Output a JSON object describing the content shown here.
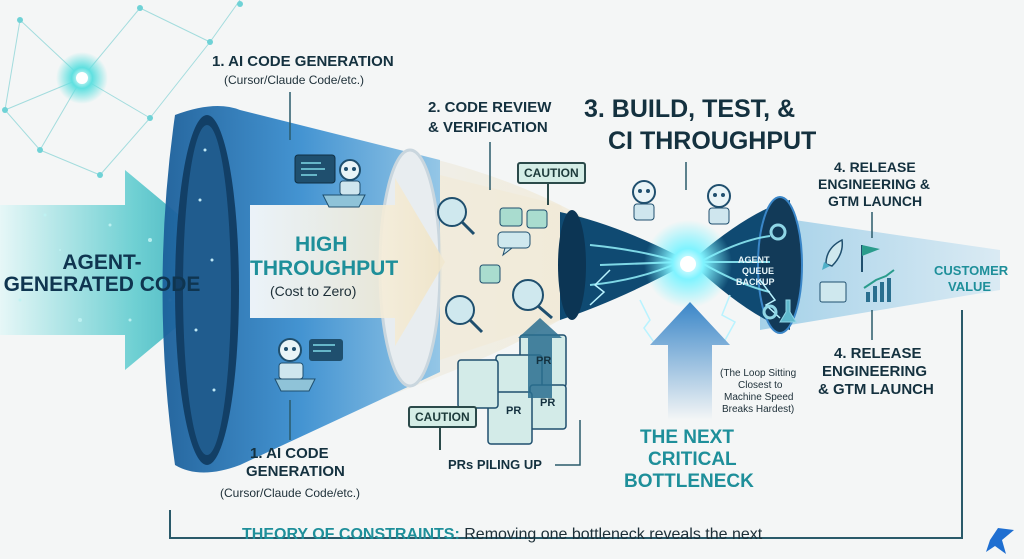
{
  "labels": {
    "agent_generated": "AGENT-GENERATED CODE",
    "step1_top_title": "1. AI CODE GENERATION",
    "step1_top_sub": "(Cursor/Claude Code/etc.)",
    "step1_bottom_title_line1": "1. AI CODE",
    "step1_bottom_title_line2": "GENERATION",
    "step1_bottom_sub": "(Cursor/Claude Code/etc.)",
    "high_throughput_line1": "HIGH",
    "high_throughput_line2": "THROUGHPUT",
    "high_throughput_sub": "(Cost to Zero)",
    "step2_line1": "2. CODE REVIEW",
    "step2_line2": "& VERIFICATION",
    "step3_line1": "3. BUILD, TEST, &",
    "step3_line2": "CI THROUGHPUT",
    "agent_queue_line1": "AGENT",
    "agent_queue_line2": "QUEUE",
    "agent_queue_line3": "BACKUP",
    "step4_top_line1": "4. RELEASE",
    "step4_top_line2": "ENGINEERING &",
    "step4_top_line3": "GTM LAUNCH",
    "step4_bottom_line1": "4. RELEASE",
    "step4_bottom_line2": "ENGINEERING",
    "step4_bottom_line3": "& GTM LAUNCH",
    "customer_value_line1": "CUSTOMER",
    "customer_value_line2": "VALUE",
    "caution_top": "CAUTION",
    "caution_bottom": "CAUTION",
    "prs_piling": "PRs PILING UP",
    "pr_tag": "PR",
    "loop_note_line1": "(The Loop Sitting",
    "loop_note_line2": "Closest to",
    "loop_note_line3": "Machine Speed",
    "loop_note_line4": "Breaks Hardest)",
    "next_line1": "THE NEXT",
    "next_line2": "CRITICAL",
    "next_line3": "BOTTLENECK",
    "theory_bold": "THEORY OF CONSTRAINTS:",
    "theory_rest": "Removing one bottleneck reveals the next"
  },
  "colors": {
    "navy_text": "#14313f",
    "teal_text": "#1e8f9a",
    "funnel_blue": "#2f7fbf",
    "funnel_dark": "#0e3d63",
    "cream": "#f1ead6",
    "arrow_teal": "#6fd6d6"
  },
  "icons": [
    "network-icon",
    "robot-icon",
    "laptop-icon",
    "code-window-icon",
    "user-search-icon",
    "thumbs-up-icon",
    "thumbs-down-icon",
    "chat-bubble-icon",
    "pr-document-icon",
    "caution-sign-icon",
    "gear-icon",
    "flask-icon",
    "rocket-icon",
    "flag-icon",
    "chart-icon",
    "lightning-icon",
    "star-logo-icon"
  ]
}
